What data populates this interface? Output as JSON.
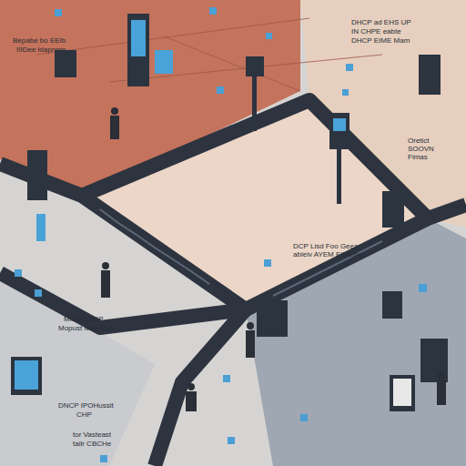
{
  "diagram": {
    "labels": [
      "DHCP ad EHS UP",
      "IN CHPE eabte",
      "DHCP EIME Mam",
      "Bepabe bo EEIb",
      "I9Dee ldapnnm",
      "Oretict",
      "SOOVN",
      "Fimas",
      "DCP Lisd Foo Geea",
      "ableiv AYEM EIMEhe",
      "Midter INDP",
      "Mopust Matmoon",
      "DNCP IPOHussit",
      "CHP",
      "tor Vasteast",
      "tailr CBCHe"
    ]
  }
}
